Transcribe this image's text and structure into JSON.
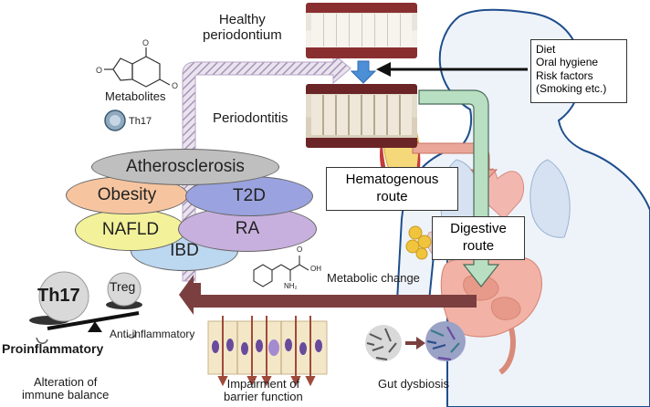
{
  "labels": {
    "healthy": "Healthy\nperiodontium",
    "periodontitis": "Periodontitis",
    "metabolites": "Metabolites",
    "th17_cell": "Th17",
    "risk": [
      "Diet",
      "Oral hygiene",
      "Risk factors",
      "(Smoking etc.)"
    ],
    "hematogenous": "Hematogenous\nroute",
    "digestive": "Digestive\nroute",
    "metabolic_change": "Metabolic change",
    "anti_inflammatory": "Anti-inflammatory",
    "proinflammatory": "Proinflammatory",
    "scale_th17": "Th17",
    "scale_treg": "Treg",
    "alteration": "Alteration of\nimmune balance",
    "impairment": "Impairment of\nbarrier function",
    "dysbiosis": "Gut dysbiosis",
    "amino_oh": "OH",
    "amino_o": "O",
    "amino_nh2": "NH₂"
  },
  "diseases": {
    "atherosclerosis": "Atherosclerosis",
    "obesity": "Obesity",
    "t2d": "T2D",
    "nafld": "NAFLD",
    "ra": "RA",
    "ibd": "IBD"
  },
  "colors": {
    "atherosclerosis": "#bfbfbf",
    "obesity": "#f6c5a0",
    "t2d": "#9aa3df",
    "nafld": "#f3f29a",
    "ra": "#c7b0dd",
    "ibd": "#bcd7f0",
    "main_arrow": "#7b3f3f",
    "digestive_arrow": "#b9dfc2",
    "blue_arrow": "#4d8fd6",
    "hematogenous_arrow": "#e9a799"
  }
}
